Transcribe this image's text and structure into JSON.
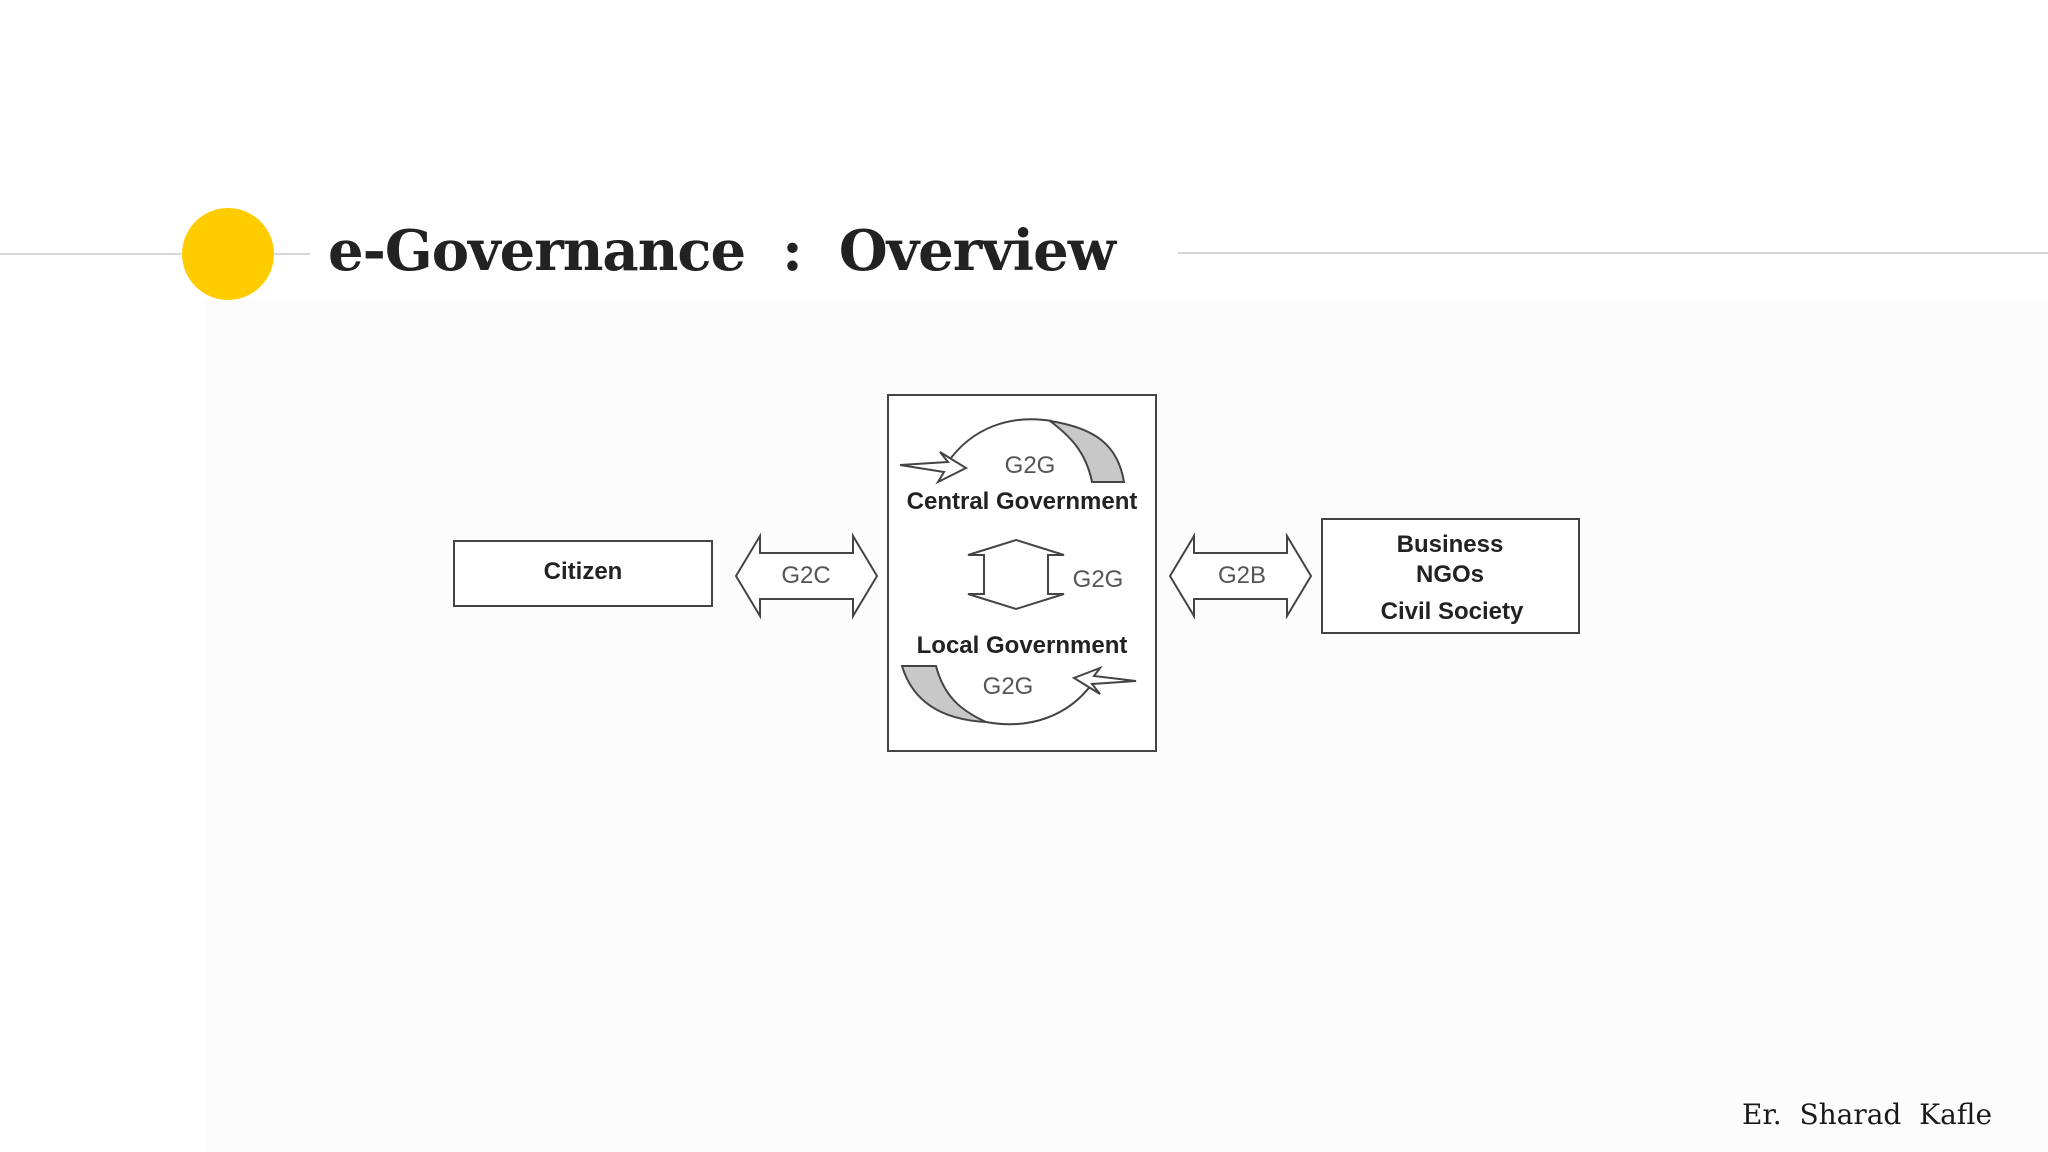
{
  "slide": {
    "title": "e-Governance  :  Overview",
    "author": "Er.  Sharad  Kafle"
  },
  "diagram": {
    "citizen": "Citizen",
    "center": {
      "top": "Central Government",
      "bottom": "Local Government",
      "loop_top": "G2G",
      "loop_bottom": "G2G",
      "vertical": "G2G"
    },
    "left_arrow": "G2C",
    "right_arrow": "G2B",
    "partners": [
      "Business",
      "NGOs",
      "Civil Society"
    ]
  },
  "colors": {
    "accent": "#ffcc00",
    "rule": "#d6d6d6",
    "arrow_fill": "#c8c8c8",
    "box_stroke": "#444444"
  }
}
